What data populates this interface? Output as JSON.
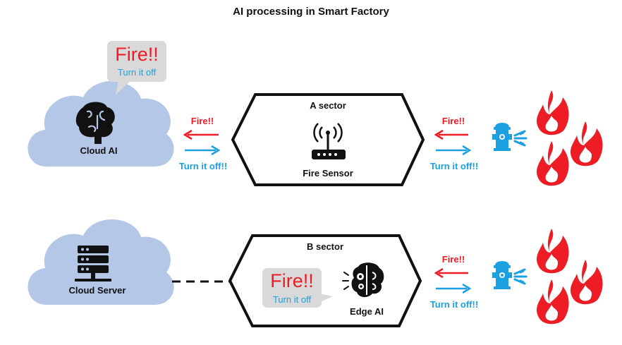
{
  "title": "AI processing in Smart Factory",
  "top_row": {
    "cloud_label": "Cloud AI",
    "bubble_fire": "Fire!!",
    "bubble_off": "Turn it off",
    "link_fire": "Fire!!",
    "link_off": "Turn it off!!",
    "sector_label": "A sector",
    "device_label": "Fire Sensor",
    "right_fire": "Fire!!",
    "right_off": "Turn it off!!"
  },
  "bottom_row": {
    "cloud_label": "Cloud Server",
    "sector_label": "B sector",
    "bubble_fire": "Fire!!",
    "bubble_off": "Turn it off",
    "device_label": "Edge AI",
    "right_fire": "Fire!!",
    "right_off": "Turn it off!!"
  },
  "colors": {
    "fire_red": "#ee1c24",
    "signal_blue": "#1ba1e2",
    "cloud_fill": "#b4c7e7",
    "bubble_fill": "#d9d9d9"
  },
  "icons": [
    "brain-icon",
    "router-icon",
    "server-icon",
    "edge-brain-icon",
    "hydrant-icon",
    "flame-icon"
  ]
}
